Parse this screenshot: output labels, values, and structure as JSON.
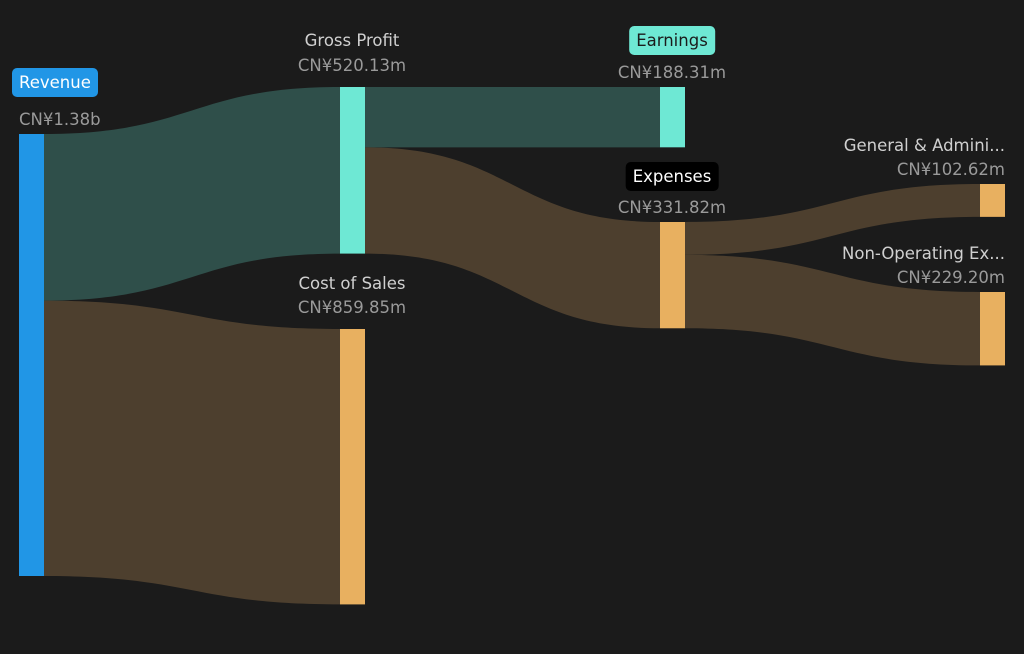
{
  "chart_data": {
    "type": "sankey",
    "currency": "CN¥",
    "colors": {
      "background": "#1b1b1b",
      "revenue": "#2196e6",
      "profit": "#6ee8d4",
      "cost": "#e8b060",
      "profit_flow": "#2f4f4a",
      "cost_flow": "#4d3f2e"
    },
    "nodes": [
      {
        "id": "revenue",
        "name": "Revenue",
        "value_label": "CN¥1.38b",
        "value": 1379.98,
        "badge": true,
        "color_key": "revenue"
      },
      {
        "id": "gross_profit",
        "name": "Gross Profit",
        "value_label": "CN¥520.13m",
        "value": 520.13,
        "badge": false,
        "color_key": "profit"
      },
      {
        "id": "cost_of_sales",
        "name": "Cost of Sales",
        "value_label": "CN¥859.85m",
        "value": 859.85,
        "badge": false,
        "color_key": "cost"
      },
      {
        "id": "earnings",
        "name": "Earnings",
        "value_label": "CN¥188.31m",
        "value": 188.31,
        "badge": true,
        "color_key": "profit"
      },
      {
        "id": "expenses",
        "name": "Expenses",
        "value_label": "CN¥331.82m",
        "value": 331.82,
        "badge": true,
        "color_key": "cost"
      },
      {
        "id": "general_admin",
        "name": "General & Admini...",
        "value_label": "CN¥102.62m",
        "value": 102.62,
        "badge": false,
        "color_key": "cost"
      },
      {
        "id": "non_operating",
        "name": "Non-Operating Ex...",
        "value_label": "CN¥229.20m",
        "value": 229.2,
        "badge": false,
        "color_key": "cost"
      }
    ],
    "links": [
      {
        "source": "revenue",
        "target": "gross_profit",
        "value": 520.13,
        "color_key": "profit_flow"
      },
      {
        "source": "revenue",
        "target": "cost_of_sales",
        "value": 859.85,
        "color_key": "cost_flow"
      },
      {
        "source": "gross_profit",
        "target": "earnings",
        "value": 188.31,
        "color_key": "profit_flow"
      },
      {
        "source": "gross_profit",
        "target": "expenses",
        "value": 331.82,
        "color_key": "cost_flow"
      },
      {
        "source": "expenses",
        "target": "general_admin",
        "value": 102.62,
        "color_key": "cost_flow"
      },
      {
        "source": "expenses",
        "target": "non_operating",
        "value": 229.2,
        "color_key": "cost_flow"
      }
    ]
  }
}
